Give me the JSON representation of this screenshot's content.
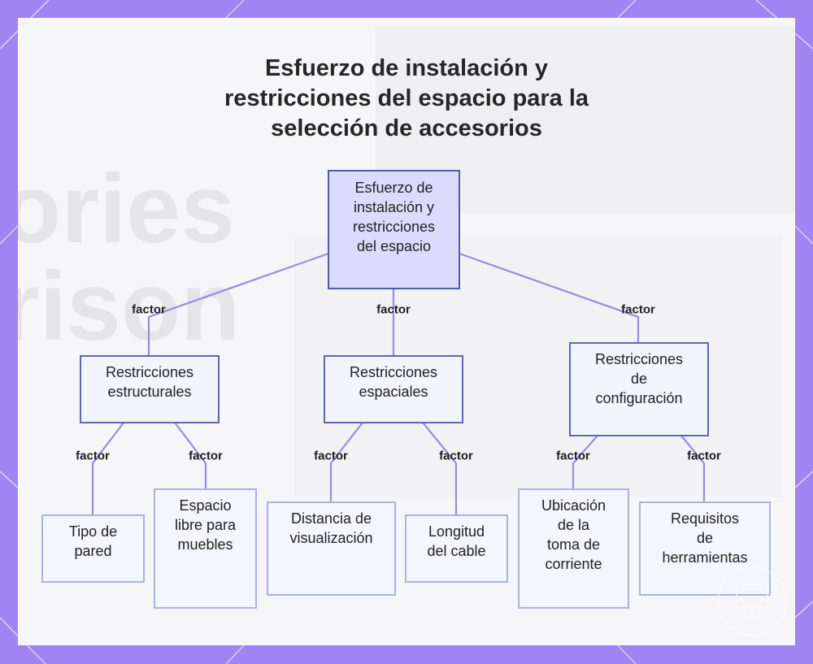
{
  "title": {
    "lines": [
      "Esfuerzo de instalación y",
      "restricciones del espacio para la",
      "selección de accesorios"
    ]
  },
  "diagram": {
    "root": {
      "lines": [
        "Esfuerzo de",
        "instalación y",
        "restricciones",
        "del espacio"
      ]
    },
    "edge_label": "factor",
    "children": [
      {
        "lines": [
          "Restricciones",
          "estructurales"
        ],
        "children": [
          {
            "lines": [
              "Tipo de",
              "pared"
            ]
          },
          {
            "lines": [
              "Espacio",
              "libre para",
              "muebles"
            ]
          }
        ]
      },
      {
        "lines": [
          "Restricciones",
          "espaciales"
        ],
        "children": [
          {
            "lines": [
              "Distancia de",
              "visualización"
            ]
          },
          {
            "lines": [
              "Longitud",
              "del cable"
            ]
          }
        ]
      },
      {
        "lines": [
          "Restricciones",
          "de",
          "configuración"
        ],
        "children": [
          {
            "lines": [
              "Ubicación",
              "de la",
              "toma de",
              "corriente"
            ]
          },
          {
            "lines": [
              "Requisitos",
              "de",
              "herramientas"
            ]
          }
        ]
      }
    ]
  },
  "colors": {
    "frame": "#a084f2",
    "connector": "#9b8ae0",
    "root_fill": "#d9dcfc",
    "node_fill": "#f4f5fe"
  }
}
